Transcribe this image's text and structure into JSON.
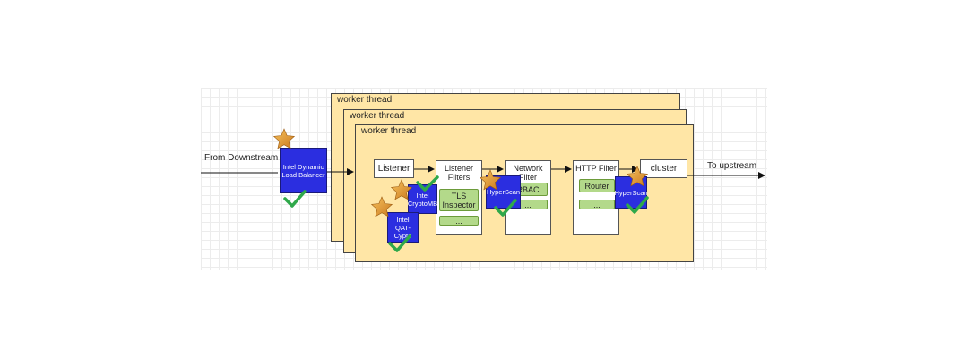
{
  "flow": {
    "from_label": "From Downstream",
    "to_label": "To upstream"
  },
  "worker_threads": [
    {
      "label": "worker thread"
    },
    {
      "label": "worker thread"
    },
    {
      "label": "worker thread"
    }
  ],
  "load_balancer": {
    "label": "Intel Dynamic Load Balancer"
  },
  "listener": {
    "label": "Listener"
  },
  "listener_filters": {
    "title": "Listener Filters",
    "items": [
      "TLS Inspector",
      "..."
    ]
  },
  "network_filter": {
    "title": "Network Filter",
    "items": [
      "RBAC",
      "..."
    ]
  },
  "http_filter": {
    "title": "HTTP Filter",
    "items": [
      "Router",
      "..."
    ]
  },
  "cluster": {
    "label": "cluster"
  },
  "accelerators": {
    "crypto_mb": "Intel CryptoMB",
    "qat": "Intel QAT-Cypto",
    "hyperscan_network": "HyperScan",
    "hyperscan_http": "HyperScan"
  },
  "colors": {
    "worker_thread_fill": "#ffe6a6",
    "accelerator_fill": "#2b2ee0",
    "filter_item_fill": "#b3d98a",
    "star": "#e8a23c",
    "check": "#2fa84a"
  }
}
